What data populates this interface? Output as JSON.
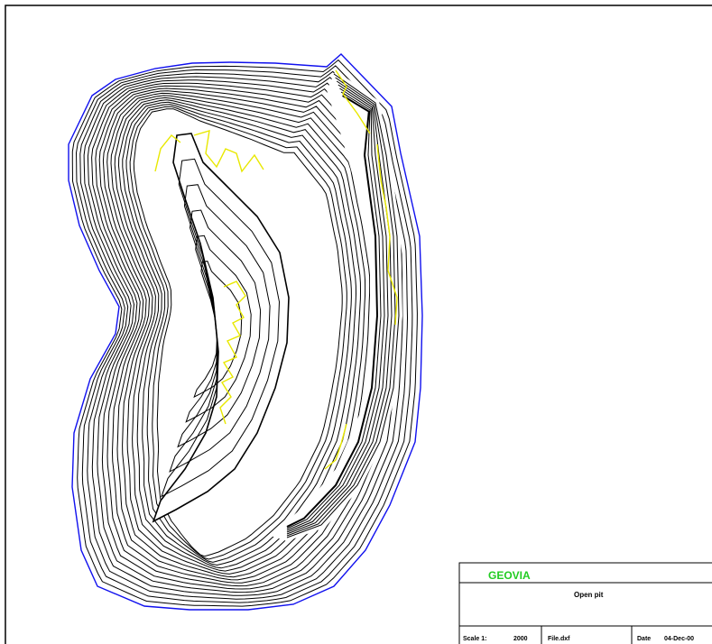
{
  "title_block": {
    "company": "GEOVIA",
    "drawing_title": "Open pit",
    "scale_label": "Scale 1:",
    "scale_value": "2000",
    "file_label": "File.dxf",
    "date_label": "Date",
    "date_value": "04-Dec-00"
  },
  "colors": {
    "pit_outline": "#1010ee",
    "contour": "#000000",
    "highlight": "#e8e800",
    "company_text": "#22cc22",
    "frame": "#000000"
  },
  "pit": {
    "outer_ring_count": 17
  }
}
